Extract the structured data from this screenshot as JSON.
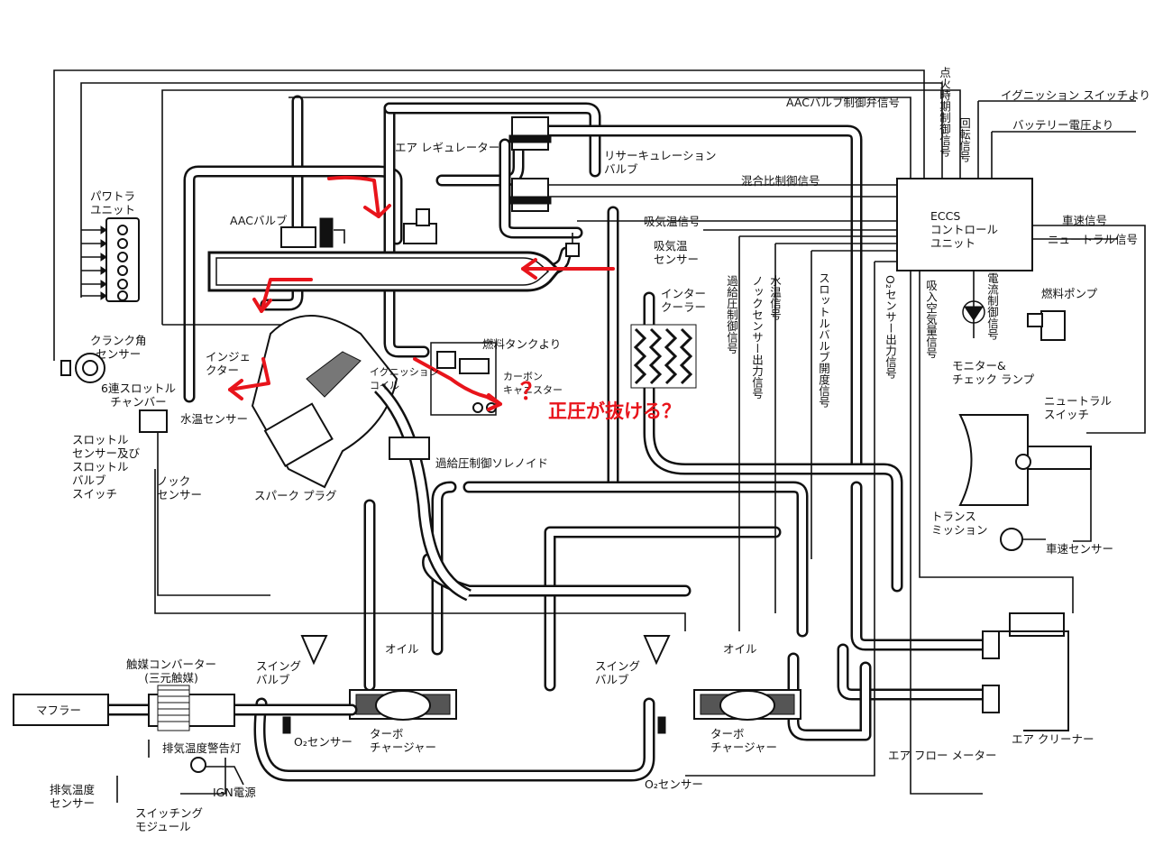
{
  "labels": {
    "ignition_timing": "点火時期制御信号",
    "aac_signal": "AACバルブ制御弁信号",
    "ignition_switch": "イグニッション スイッチより",
    "rpm_signal": "回転信号",
    "battery": "バッテリー電圧より",
    "air_regulator": "エア レギュレーター",
    "recirc_valve": "リサーキュレーション\nバルブ",
    "mixture_signal": "混合比制御信号",
    "power_transistor": "パワトラ\nユニット",
    "aac_valve": "AACバルブ",
    "intake_temp_signal": "吸気温信号",
    "intake_temp_sensor": "吸気温\nセンサー",
    "eccs_unit": "ECCS\nコントロール\nユニット",
    "vehicle_speed_signal": "車速信号",
    "neutral_signal": "ニュートラル信号",
    "intercooler": "インター\nクーラー",
    "boost_signal": "過給圧制御信号",
    "water_temp_signal": "水温信号",
    "knock_output": "ノックセンサー出力信号",
    "throttle_signal": "スロットルバルブ開度信号",
    "o2_output": "O₂センサー出力信号",
    "airflow_signal": "吸入空気量信号",
    "current_signal": "電流制御信号",
    "fuel_pump": "燃料ポンプ",
    "crank_sensor": "クランク角\nセンサー",
    "injector": "インジェ\nクター",
    "throttle_chamber": "6連スロットル\nチャンバー",
    "from_fuel_tank": "燃料タンクより",
    "ignition_coil": "イグニッション\nコイル",
    "canister": "カーボン\nキャニスター",
    "water_temp_sensor": "水温センサー",
    "monitor_lamp": "モニター&\nチェック ランプ",
    "neutral_switch": "ニュートラル\nスイッチ",
    "throttle_sensor": "スロットル\nセンサー及び\nスロットル\nバルブ\nスイッチ",
    "boost_solenoid": "過給圧制御ソレノイド",
    "knock_sensor": "ノック\nセンサー",
    "spark_plug": "スパーク プラグ",
    "transmission": "トランス\nミッション",
    "speed_sensor": "車速センサー",
    "swing_valve_l": "スイング\nバルブ",
    "oil_l": "オイル",
    "swing_valve_r": "スイング\nバルブ",
    "oil_r": "オイル",
    "catalyst": "触媒コンバーター\n(三元触媒)",
    "muffler": "マフラー",
    "o2_sensor_l": "O₂センサー",
    "turbo_l": "ターボ\nチャージャー",
    "turbo_r": "ターボ\nチャージャー",
    "exhaust_warning": "排気温度警告灯",
    "air_flow_meter": "エア フロー メーター",
    "air_cleaner": "エア クリーナー",
    "ign_power": "IGN電源",
    "exhaust_temp_sensor": "排気温度\nセンサー",
    "o2_sensor_r": "O₂センサー",
    "switching_module": "スイッチング\nモジュール"
  },
  "annotation": {
    "question": "？",
    "text": "正圧が抜ける？",
    "color": "#e8141b"
  }
}
